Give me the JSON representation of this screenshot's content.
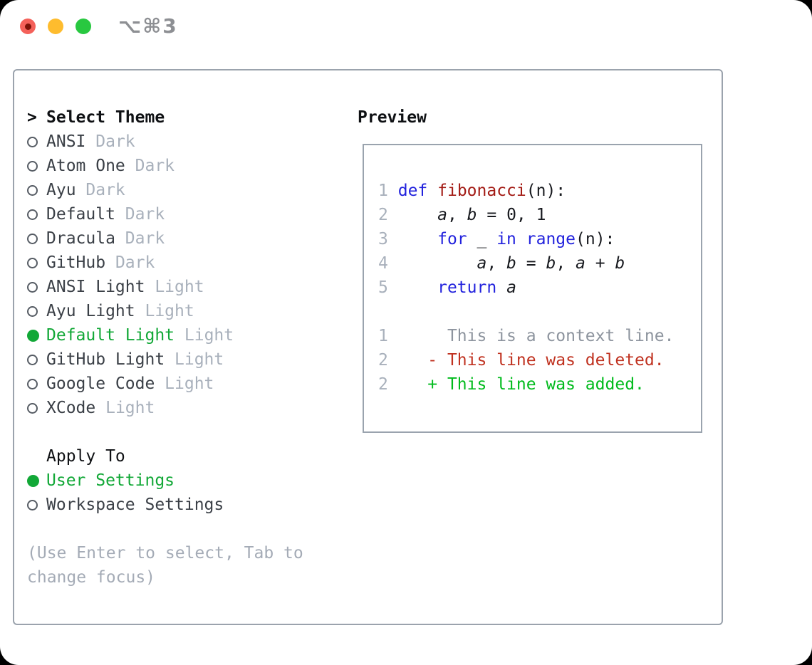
{
  "window": {
    "title": "⌥⌘3",
    "traffic_lights": {
      "close_color": "#f4615a",
      "close_dot_color": "#7c1208",
      "minimize_color": "#febc2e",
      "zoom_color": "#28c840"
    }
  },
  "theme_selector": {
    "header": {
      "marker": ">",
      "label": "Select Theme"
    },
    "items": [
      {
        "name": "ANSI",
        "variant": "Dark",
        "selected": false
      },
      {
        "name": "Atom One",
        "variant": "Dark",
        "selected": false
      },
      {
        "name": "Ayu",
        "variant": "Dark",
        "selected": false
      },
      {
        "name": "Default",
        "variant": "Dark",
        "selected": false
      },
      {
        "name": "Dracula",
        "variant": "Dark",
        "selected": false
      },
      {
        "name": "GitHub",
        "variant": "Dark",
        "selected": false
      },
      {
        "name": "ANSI Light",
        "variant": "Light",
        "selected": false
      },
      {
        "name": "Ayu Light",
        "variant": "Light",
        "selected": false
      },
      {
        "name": "Default Light",
        "variant": "Light",
        "selected": true
      },
      {
        "name": "GitHub Light",
        "variant": "Light",
        "selected": false
      },
      {
        "name": "Google Code",
        "variant": "Light",
        "selected": false
      },
      {
        "name": "XCode",
        "variant": "Light",
        "selected": false
      }
    ],
    "apply_to": {
      "label": "Apply To",
      "options": [
        {
          "label": "User Settings",
          "selected": true
        },
        {
          "label": "Workspace Settings",
          "selected": false
        }
      ]
    },
    "hint_lines": [
      "(Use Enter to select, Tab to",
      "change focus)"
    ]
  },
  "preview": {
    "title": "Preview",
    "lines": [
      {
        "num": "1",
        "segments": [
          [
            " ",
            "pl"
          ],
          [
            "def",
            "kw"
          ],
          [
            " ",
            "pl"
          ],
          [
            "fibonacci",
            "fn"
          ],
          [
            "(n):",
            "pl"
          ]
        ]
      },
      {
        "num": "2",
        "segments": [
          [
            "     ",
            "pl"
          ],
          [
            "a",
            "var"
          ],
          [
            ", ",
            "pl"
          ],
          [
            "b",
            "var"
          ],
          [
            " = 0, 1",
            "pl"
          ]
        ]
      },
      {
        "num": "3",
        "segments": [
          [
            "     ",
            "pl"
          ],
          [
            "for",
            "kw"
          ],
          [
            " _ ",
            "pl"
          ],
          [
            "in",
            "kw"
          ],
          [
            " ",
            "pl"
          ],
          [
            "range",
            "kw"
          ],
          [
            "(n):",
            "pl"
          ]
        ]
      },
      {
        "num": "4",
        "segments": [
          [
            "         ",
            "pl"
          ],
          [
            "a",
            "var"
          ],
          [
            ", ",
            "pl"
          ],
          [
            "b",
            "var"
          ],
          [
            " = ",
            "pl"
          ],
          [
            "b",
            "var"
          ],
          [
            ", ",
            "pl"
          ],
          [
            "a",
            "var"
          ],
          [
            " + ",
            "pl"
          ],
          [
            "b",
            "var"
          ]
        ]
      },
      {
        "num": "5",
        "segments": [
          [
            "     ",
            "pl"
          ],
          [
            "return",
            "kw"
          ],
          [
            " ",
            "pl"
          ],
          [
            "a",
            "var"
          ]
        ]
      },
      {
        "num": "",
        "segments": []
      },
      {
        "num": "1",
        "segments": [
          [
            "      This is a context line.",
            "ctx"
          ]
        ]
      },
      {
        "num": "2",
        "segments": [
          [
            "    - This line was deleted.",
            "del"
          ]
        ]
      },
      {
        "num": "2",
        "segments": [
          [
            "    + This line was added.",
            "add"
          ]
        ]
      }
    ]
  },
  "colors": {
    "accent_green": "#12a837",
    "added_green": "#00bb1c",
    "deleted_red": "#c03220",
    "keyword_blue": "#2222dd",
    "function_red": "#a31b15",
    "code_plain": "#17191e",
    "context_gray": "#8d949e",
    "muted_gray": "#a8b0bb",
    "item_text": "#3a3f46"
  }
}
